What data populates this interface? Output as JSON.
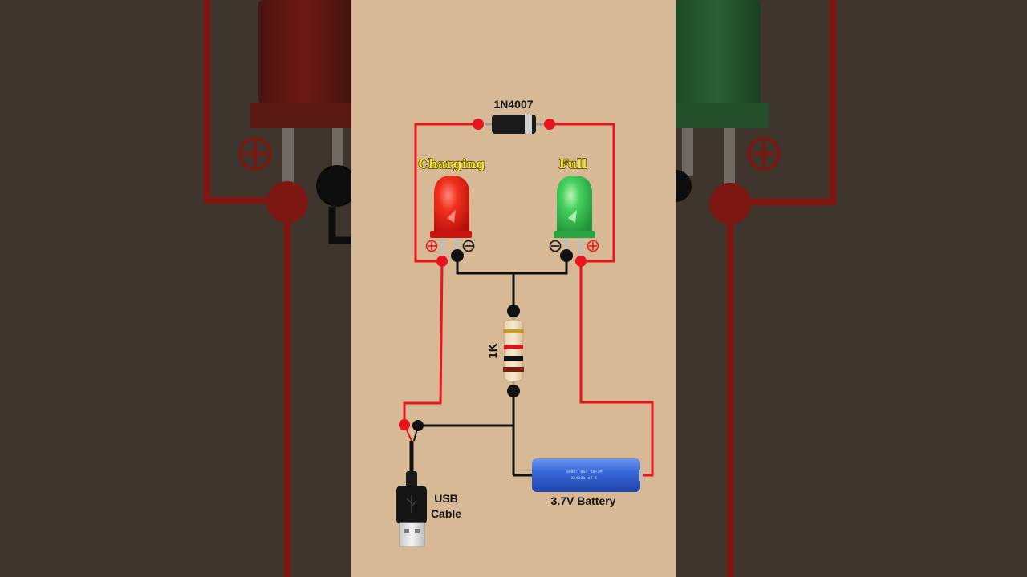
{
  "diagram": {
    "diode_label": "1N4007",
    "led_charging_label": "Charging",
    "led_full_label": "Full",
    "resistor_label": "1K",
    "usb_label_line1": "USB",
    "usb_label_line2": "Cable",
    "battery_label": "3.7V Battery",
    "battery_print_1": "3000: 8ST 18TIM",
    "battery_print_2": "3K4221  1T C",
    "plus_symbol": "⊕",
    "minus_symbol": "⊖"
  },
  "colors": {
    "panel_bg": "#d8b995",
    "side_bg": "#3e362d",
    "positive_wire": "#e8141e",
    "negative_wire": "#111111",
    "led_red": "#e01a12",
    "led_green": "#2fbf4a",
    "battery_blue": "#2f5fd0",
    "label_yellow": "#f4e81c"
  }
}
